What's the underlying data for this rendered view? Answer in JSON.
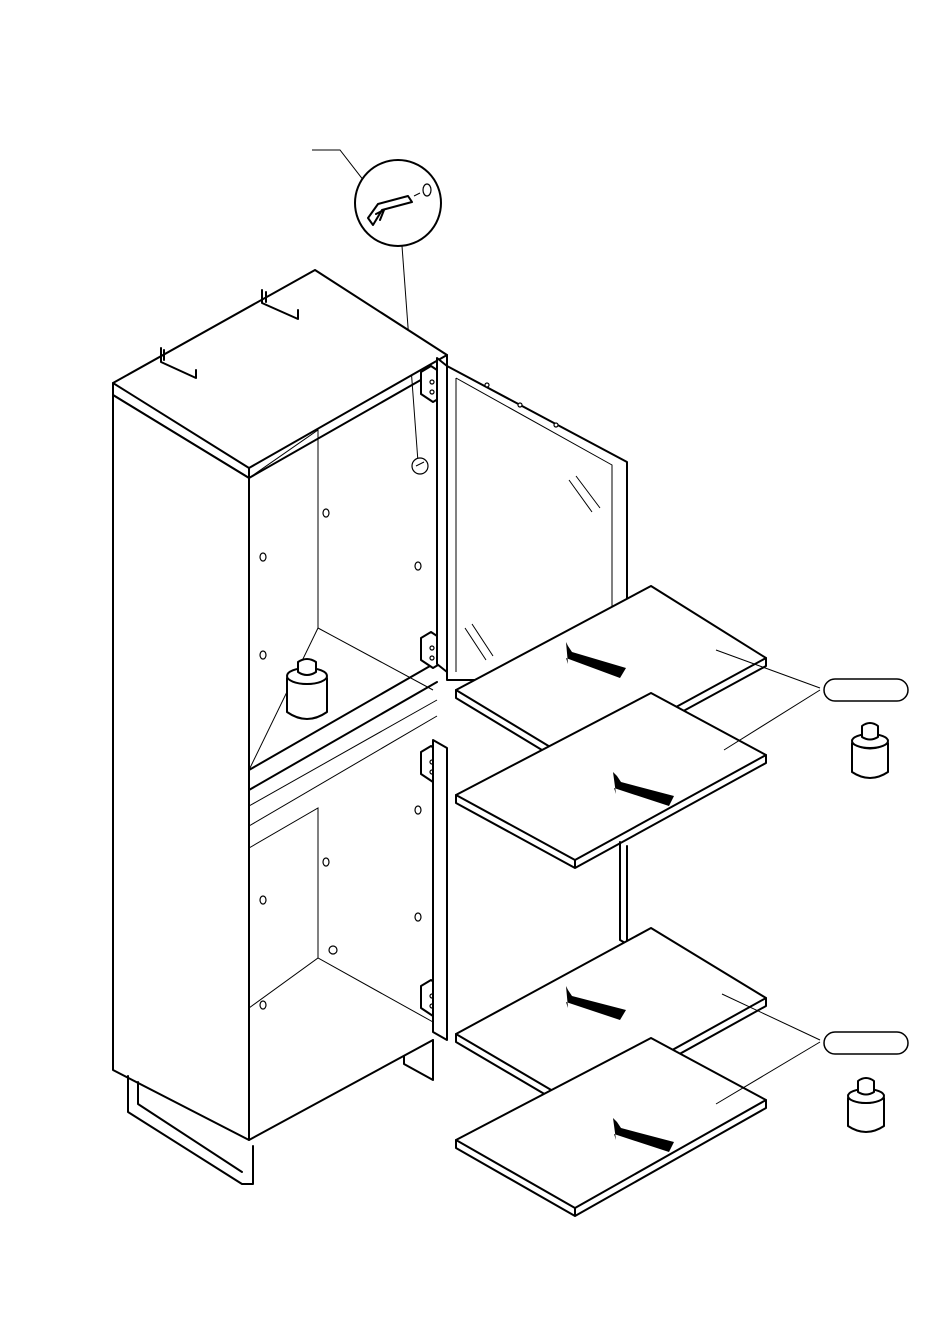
{
  "figure": {
    "kind": "assembly-instruction",
    "components": [
      "cabinet",
      "glass-door",
      "lower-door",
      "shelf",
      "shelf-pin",
      "hinge",
      "wall-bracket",
      "metal-leg-frame",
      "weight-icon",
      "arrow",
      "callout-label"
    ],
    "shelf_groups": [
      {
        "shelves": 2,
        "callout_text": "",
        "arrows": 2
      },
      {
        "shelves": 2,
        "callout_text": "",
        "arrows": 2
      }
    ],
    "detail_circle": {
      "shows": "shelf-pin"
    }
  }
}
